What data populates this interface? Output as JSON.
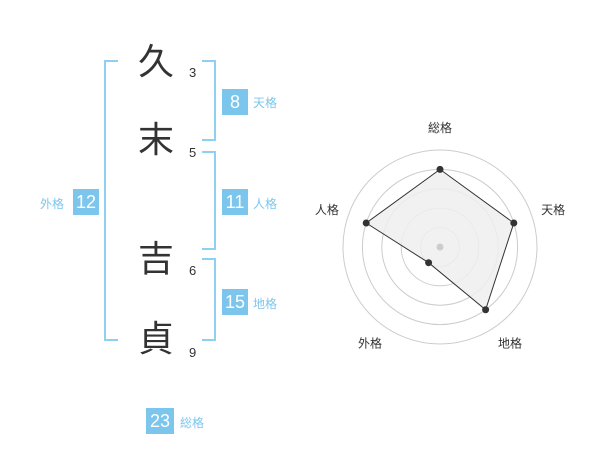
{
  "name": {
    "characters": [
      {
        "char": "久",
        "strokes": "3"
      },
      {
        "char": "末",
        "strokes": "5"
      },
      {
        "char": "吉",
        "strokes": "6"
      },
      {
        "char": "貞",
        "strokes": "9"
      }
    ]
  },
  "fortunes": {
    "tenkaku": {
      "value": "8",
      "label": "天格"
    },
    "jinkaku": {
      "value": "11",
      "label": "人格"
    },
    "chikaku": {
      "value": "15",
      "label": "地格"
    },
    "gaikaku": {
      "value": "12",
      "label": "外格"
    },
    "soukaku": {
      "value": "23",
      "label": "総格"
    }
  },
  "chart_data": {
    "type": "radar",
    "axes": [
      "総格",
      "天格",
      "地格",
      "外格",
      "人格"
    ],
    "values": [
      4,
      4,
      4,
      1,
      4
    ],
    "rmax": 5,
    "rings": 5,
    "colors": {
      "fill": "#eeeeee",
      "line": "#333333",
      "grid": "#cccccc",
      "center": "#cccccc"
    }
  }
}
